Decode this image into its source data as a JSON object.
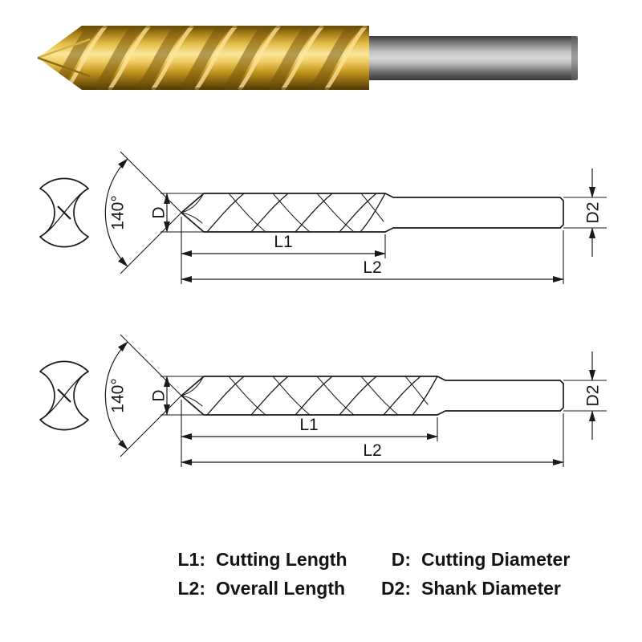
{
  "colors": {
    "line": "#1a1a1a",
    "text": "#141414",
    "flute_gold": "#e9c753",
    "shank_gray": "#b3b3b3",
    "background": "#ffffff"
  },
  "diagrams": [
    {
      "point_angle": "140°",
      "cutting_diameter": "D",
      "shank_diameter": "D2",
      "cutting_length": "L1",
      "overall_length": "L2"
    },
    {
      "point_angle": "140°",
      "cutting_diameter": "D",
      "shank_diameter": "D2",
      "cutting_length": "L1",
      "overall_length": "L2"
    }
  ],
  "legend": {
    "items": [
      {
        "key": "L1:",
        "value": "Cutting Length"
      },
      {
        "key": "D:",
        "value": "Cutting Diameter"
      },
      {
        "key": "L2:",
        "value": "Overall Length"
      },
      {
        "key": "D2:",
        "value": "Shank Diameter"
      }
    ]
  }
}
